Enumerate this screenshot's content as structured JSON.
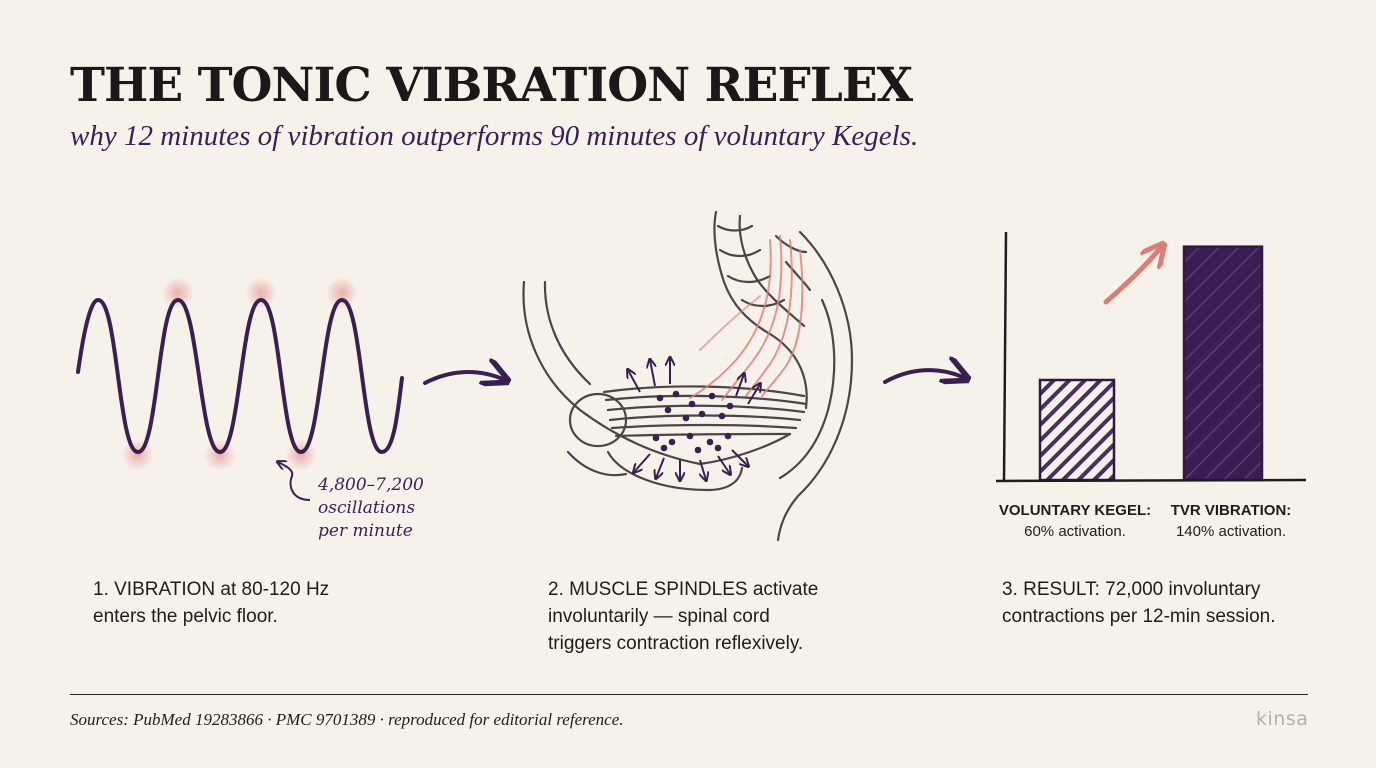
{
  "header": {
    "title": "THE TONIC VIBRATION REFLEX",
    "subtitle": "why 12 minutes of vibration outperforms 90 minutes of voluntary Kegels."
  },
  "wave_note": {
    "line1": "4,800–7,200",
    "line2": "oscillations",
    "line3": "per minute"
  },
  "steps": [
    {
      "line1": "1. VIBRATION at 80-120 Hz",
      "line2": "enters the pelvic floor."
    },
    {
      "line1": "2. MUSCLE SPINDLES activate",
      "line2": "involuntarily — spinal cord",
      "line3": "triggers contraction reflexively."
    },
    {
      "line1": "3. RESULT: 72,000 involuntary",
      "line2": "contractions per 12-min session."
    }
  ],
  "chart_data": {
    "type": "bar",
    "categories": [
      "VOLUNTARY KEGEL:",
      "TVR VIBRATION:"
    ],
    "values": [
      60,
      140
    ],
    "value_labels": [
      "60% activation.",
      "140% activation."
    ],
    "ylim": [
      0,
      150
    ]
  },
  "colors": {
    "accent_purple": "#3a1f55",
    "accent_red": "#e07a76",
    "ink": "#1d1a1c",
    "background": "#f6f2ea"
  },
  "footer": {
    "sources": "Sources: PubMed 19283866 · PMC 9701389 · reproduced for editorial reference.",
    "logo": "kinsa"
  }
}
